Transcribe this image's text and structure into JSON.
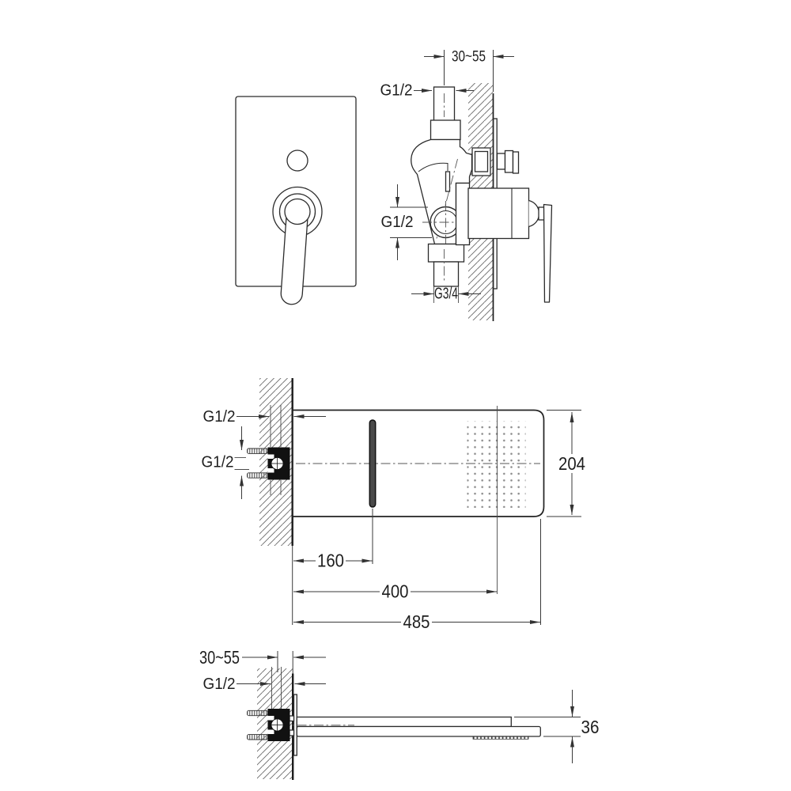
{
  "colors": {
    "background": "#ffffff",
    "line": "#2b2b2b",
    "dim_line": "#3a3a3a",
    "text": "#1e1e1e",
    "hatch": "#6a6a6a",
    "slot_fill": "#4a4a4a",
    "nozzle_dot": "#8c8c8c",
    "bracket_fill": "#111111"
  },
  "views": {
    "valve_side": {
      "depth_range": "30~55",
      "inlet_top": "G1/2",
      "port_side": "G1/2",
      "outlet_bottom": "G3/4"
    },
    "head_plan": {
      "supply": "G1/2",
      "ports": "G1/2",
      "panel_height": "204",
      "slot_offset": "160",
      "spray_offset": "400",
      "panel_length": "485"
    },
    "head_side": {
      "depth_range": "30~55",
      "supply": "G1/2",
      "panel_thickness": "36"
    }
  }
}
